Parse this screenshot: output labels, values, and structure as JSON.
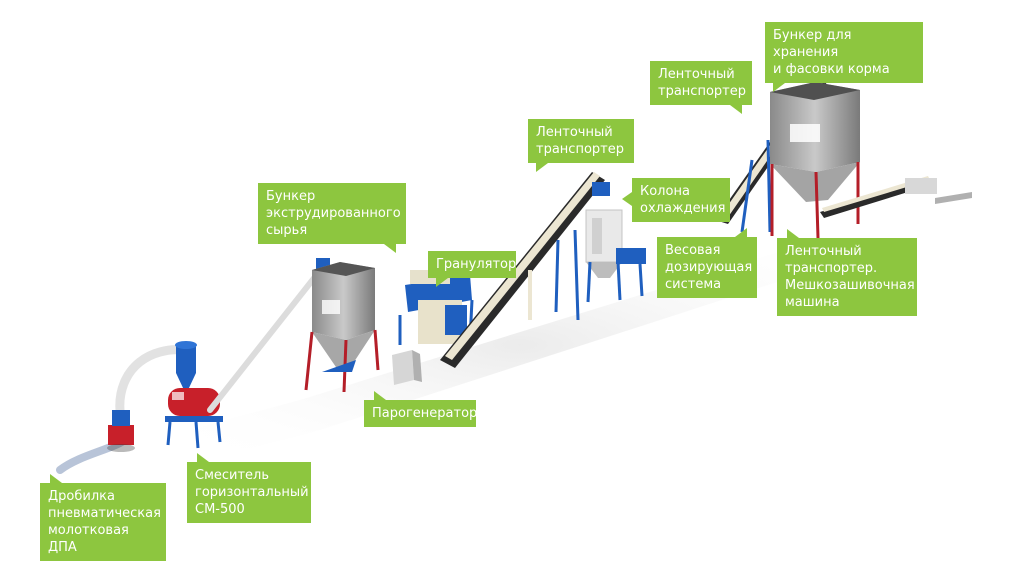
{
  "labels": {
    "crusher": "Дробилка\nпневматическая\nмолотковая ДПА",
    "mixer": "Смеситель\nгоризонтальный\nСМ-500",
    "extruded_bunker": "Бункер\nэкструдированного\nсырья",
    "steam_generator": "Парогенератор",
    "granulator": "Гранулятор",
    "conveyor_1": "Ленточный\nтранспортер",
    "cooling_column": "Колона\nохлаждения",
    "weighing_system": "Весовая\nдозирующая\nсистема",
    "conveyor_2": "Ленточный\nтранспортер",
    "storage_bunker": "Бункер для хранения\nи фасовки корма",
    "conveyor_sewing": "Ленточный\nтранспортер.\nМешкозашивочная\nмашина"
  },
  "colors": {
    "callout_bg": "#8dc63f",
    "machine_blue": "#1f5fbf",
    "machine_red": "#c8202a",
    "bunker_gray": "#9a9a9a",
    "belt_dark": "#2a2a2a",
    "frame_cream": "#ece6d2"
  }
}
